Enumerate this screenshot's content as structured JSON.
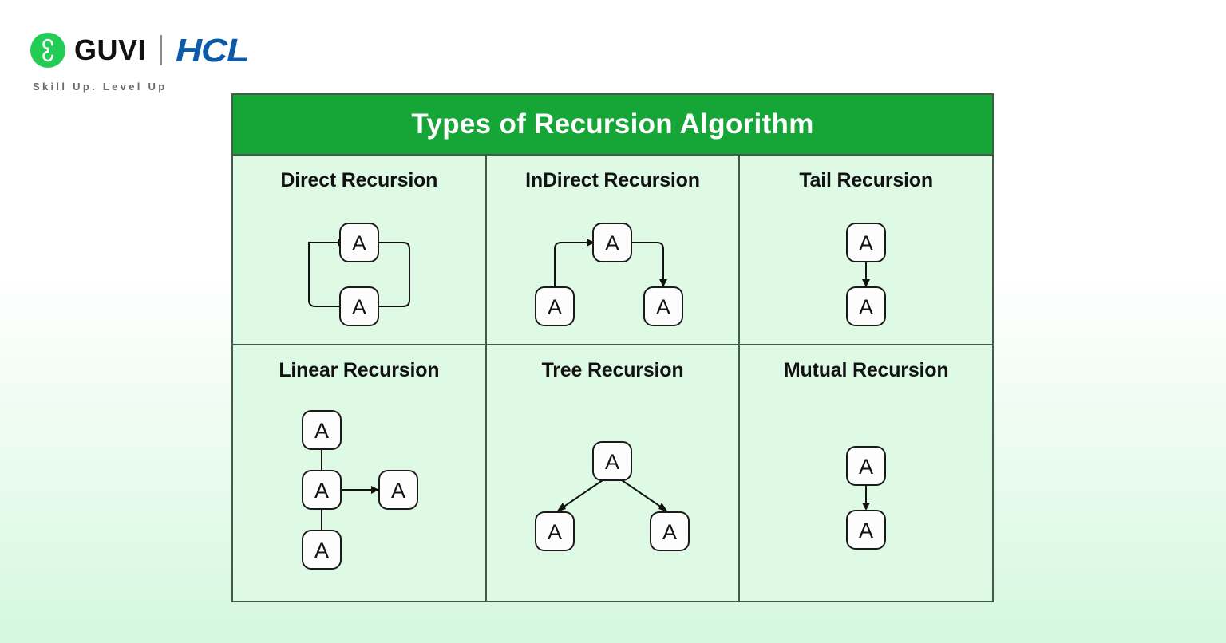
{
  "brand": {
    "logo_icon": "guvi-circle-g-icon",
    "name": "GUVI",
    "partner": "HCL",
    "tagline": "Skill Up. Level Up",
    "colors": {
      "guvi_green": "#22CC55",
      "hcl_blue": "#0B5BA8",
      "tagline_gray": "#6A6A6A"
    }
  },
  "table": {
    "title": "Types of Recursion Algorithm",
    "header_bg": "#15A637",
    "cell_bg": "#DEFAE5",
    "border_color": "#3F5C48",
    "cells": [
      {
        "title": "Direct Recursion",
        "diagram": "two-node-cycle",
        "node_label": "A",
        "node_count": 2
      },
      {
        "title": "InDirect Recursion",
        "diagram": "three-node-chain",
        "node_label": "A",
        "node_count": 3
      },
      {
        "title": "Tail Recursion",
        "diagram": "two-node-down-arrow",
        "node_label": "A",
        "node_count": 2
      },
      {
        "title": "Linear Recursion",
        "diagram": "column-with-branch",
        "node_label": "A",
        "node_count": 4
      },
      {
        "title": "Tree Recursion",
        "diagram": "binary-tree",
        "node_label": "A",
        "node_count": 3
      },
      {
        "title": "Mutual Recursion",
        "diagram": "two-node-down-arrow",
        "node_label": "A",
        "node_count": 2
      }
    ]
  }
}
